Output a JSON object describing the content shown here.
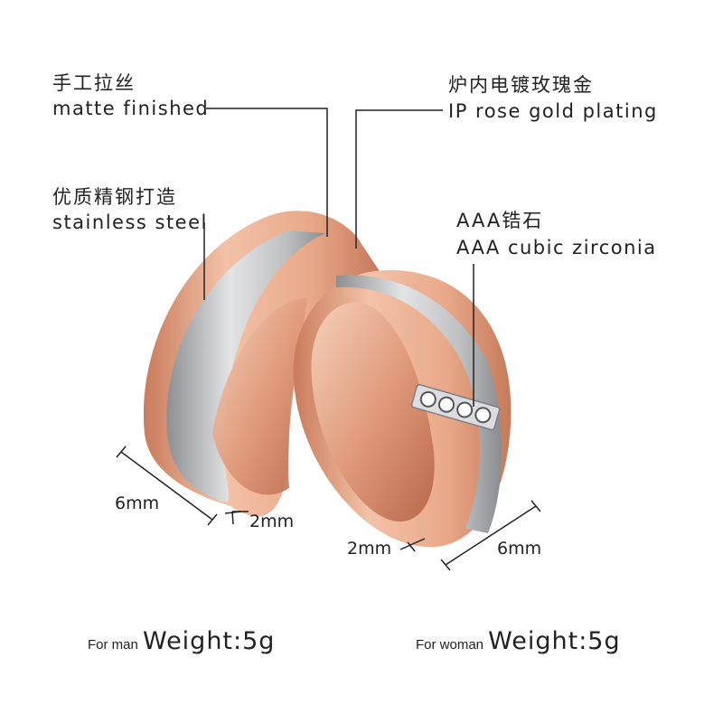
{
  "callouts": {
    "matte_cn": "手工拉丝",
    "matte_en": "matte finished",
    "steel_cn": "优质精钢打造",
    "steel_en": "stainless steel",
    "rose_cn": "炉内电镀玫瑰金",
    "rose_en": "IP rose gold plating",
    "zircon_cn": "AAA锆石",
    "zircon_en": "AAA cubic zirconia"
  },
  "dimensions": {
    "man_width": "6mm",
    "man_thickness": "2mm",
    "woman_thickness": "2mm",
    "woman_width": "6mm"
  },
  "weights": {
    "man_prefix": "For man",
    "man_value": "Weight:5g",
    "woman_prefix": "For woman",
    "woman_value": "Weight:5g"
  },
  "colors": {
    "rose_gold": "#e9a98a",
    "rose_gold_dark": "#c97c5c",
    "steel": "#bfc0c2",
    "steel_dark": "#8d8f92"
  }
}
